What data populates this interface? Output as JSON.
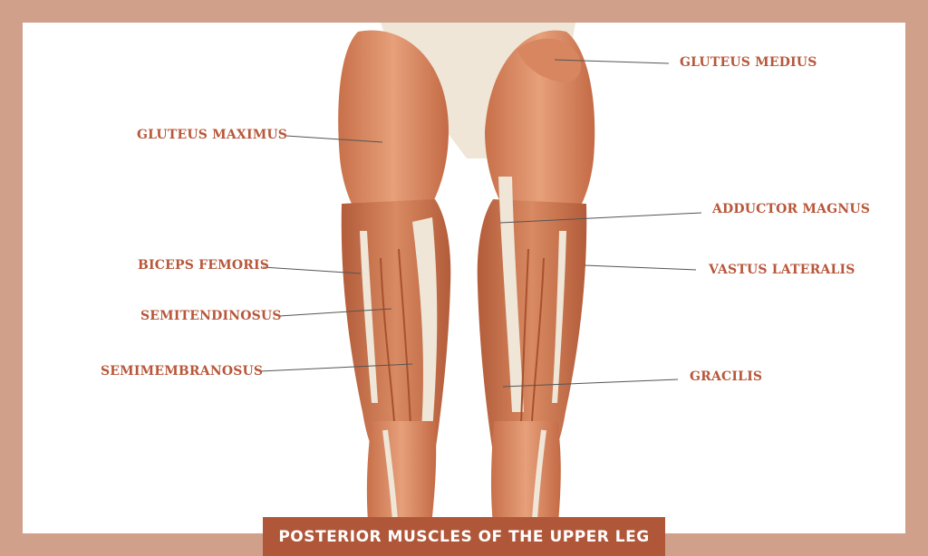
{
  "title": "POSTERIOR MUSCLES OF THE UPPER LEG",
  "labels": {
    "gluteus_medius": "GLUTEUS MEDIUS",
    "gluteus_maximus": "GLUTEUS MAXIMUS",
    "adductor_magnus": "ADDUCTOR MAGNUS",
    "biceps_femoris": "BICEPS FEMORIS",
    "vastus_lateralis": "VASTUS LATERALIS",
    "semitendinosus": "SEMITENDINOSUS",
    "semimembranosus": "SEMIMEMBRANOSUS",
    "gracilis": "GRACILIS"
  },
  "colors": {
    "border": "#d1a08b",
    "label_text": "#b8573a",
    "title_bar": "#b0573a",
    "muscle": "#d98a62",
    "muscle_dark": "#b9623f",
    "tendon": "#efe6d8"
  }
}
